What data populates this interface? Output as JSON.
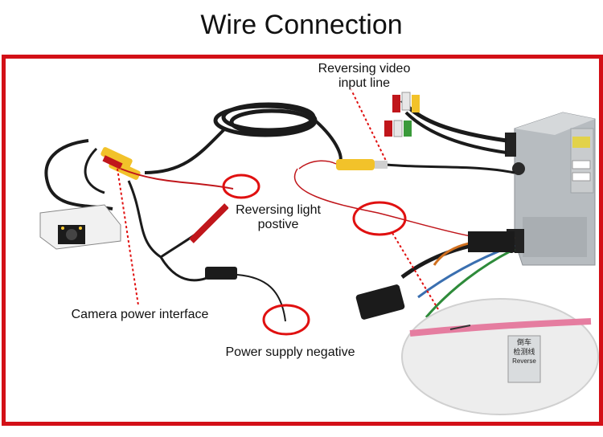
{
  "title": "Wire Connection",
  "labels": {
    "reversing_video_line1": "Reversing video",
    "reversing_video_line2": "input line",
    "reversing_light_line1": "Reversing light",
    "reversing_light_line2": "postive",
    "camera_power": "Camera power interface",
    "power_negative": "Power supply negative"
  },
  "sticker": {
    "line1": "倒车",
    "line2": "检测线",
    "line3": "Reverse"
  },
  "colors": {
    "frame": "#d31017",
    "callout": "#e01010",
    "wire_black": "#1b1b1b",
    "wire_red": "#c0161b",
    "rca_yellow": "#f2c22a",
    "head_unit": "#b7bcc0"
  }
}
